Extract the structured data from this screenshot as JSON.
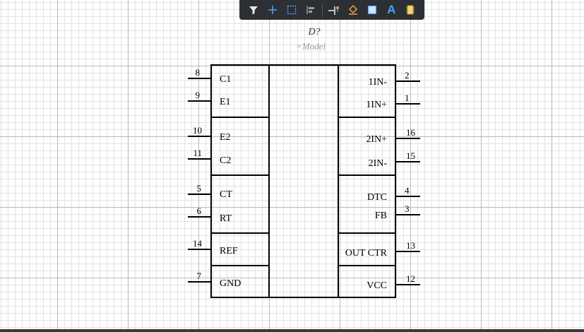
{
  "toolbar": {
    "buttons": [
      {
        "name": "filter-icon"
      },
      {
        "name": "place-cross-icon"
      },
      {
        "name": "select-rect-icon"
      },
      {
        "name": "align-icon"
      },
      {
        "name": "place-pin-icon"
      },
      {
        "name": "place-line-icon"
      },
      {
        "name": "place-rectangle-icon"
      },
      {
        "name": "place-text-icon"
      },
      {
        "name": "place-part-icon"
      }
    ],
    "text_button_glyph": "A",
    "accent": "#4aa3ff",
    "secondary_accent": "#f0a040"
  },
  "component": {
    "designator": "D?",
    "comment": "=Model",
    "left_pins": [
      {
        "number": "8",
        "name": "C1"
      },
      {
        "number": "9",
        "name": "E1"
      },
      {
        "number": "10",
        "name": "E2"
      },
      {
        "number": "11",
        "name": "C2"
      },
      {
        "number": "5",
        "name": "CT"
      },
      {
        "number": "6",
        "name": "RT"
      },
      {
        "number": "14",
        "name": "REF"
      },
      {
        "number": "7",
        "name": "GND"
      }
    ],
    "right_pins": [
      {
        "number": "2",
        "name": "1IN-"
      },
      {
        "number": "1",
        "name": "1IN+"
      },
      {
        "number": "16",
        "name": "2IN+"
      },
      {
        "number": "15",
        "name": "2IN-"
      },
      {
        "number": "4",
        "name": "DTC"
      },
      {
        "number": "3",
        "name": "FB"
      },
      {
        "number": "13",
        "name": "OUT CTR"
      },
      {
        "number": "12",
        "name": "VCC"
      }
    ]
  }
}
